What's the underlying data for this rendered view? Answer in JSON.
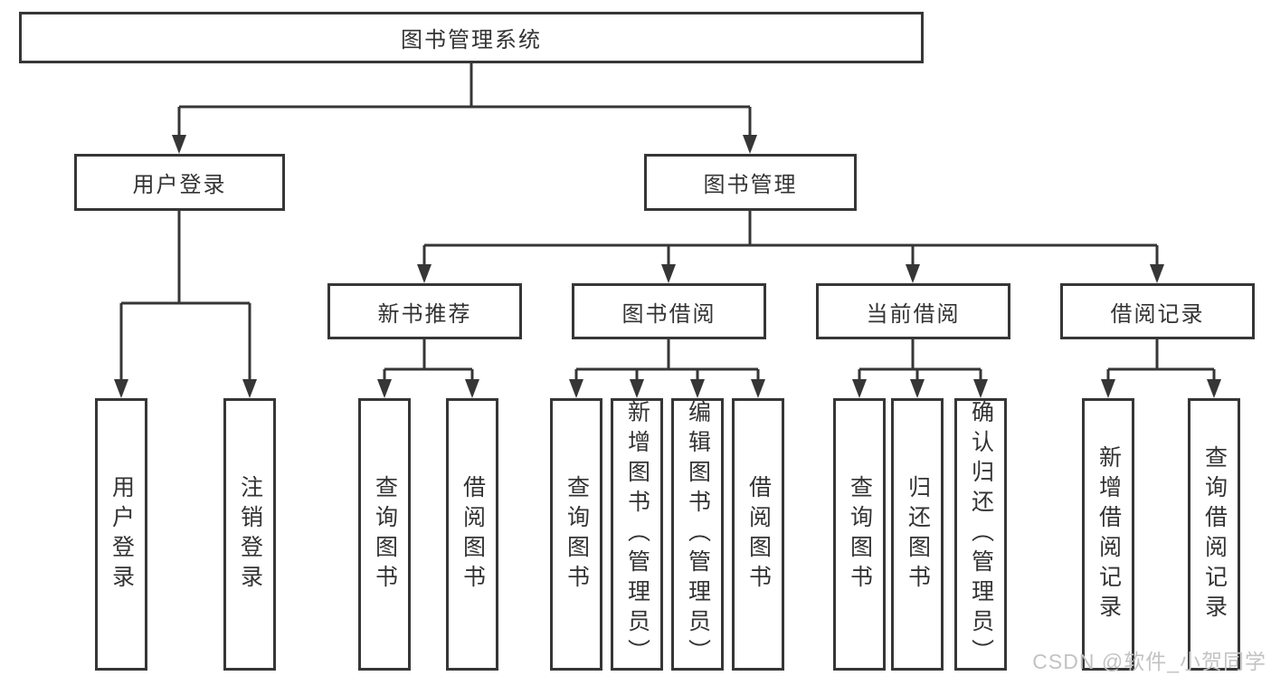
{
  "diagram": {
    "root": {
      "label": "图书管理系统"
    },
    "level2": [
      {
        "label": "用户登录"
      },
      {
        "label": "图书管理"
      }
    ],
    "level3": [
      {
        "label": "新书推荐"
      },
      {
        "label": "图书借阅"
      },
      {
        "label": "当前借阅"
      },
      {
        "label": "借阅记录"
      }
    ],
    "leaves": {
      "user_login": [
        "用户登录",
        "注销登录"
      ],
      "new_book_recommend": [
        "查询图书",
        "借阅图书"
      ],
      "book_borrowing": [
        "查询图书",
        "新增图书（管理员）",
        "编辑图书（管理员）",
        "借阅图书"
      ],
      "current_borrowing": [
        "查询图书",
        "归还图书",
        "确认归还（管理员）"
      ],
      "borrowing_records": [
        "新增借阅记录",
        "查询借阅记录"
      ]
    }
  },
  "watermark": "CSDN @软件_小贺同学",
  "colors": {
    "line": "#363636",
    "text": "#333333",
    "watermark": "#c3c3c3",
    "background": "#ffffff"
  }
}
